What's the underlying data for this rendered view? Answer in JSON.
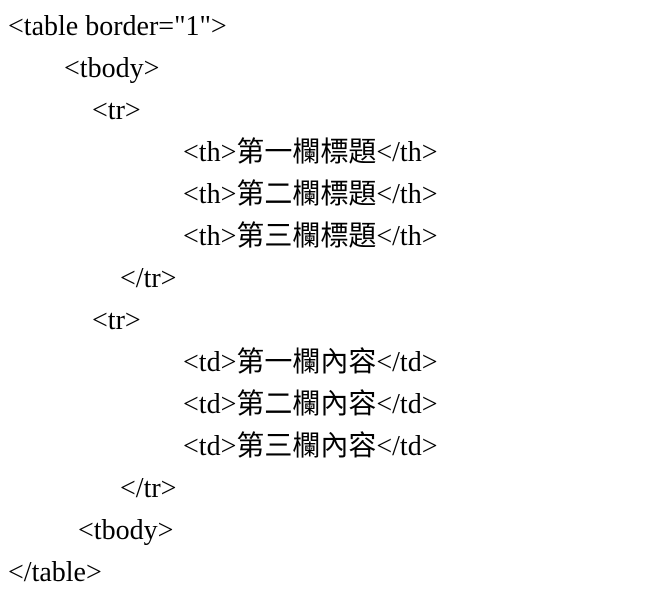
{
  "colors": {
    "text": "#000000",
    "background": "#ffffff"
  },
  "code": {
    "language": "html-source-listing",
    "lines": [
      "<table border=\"1\">",
      "        <tbody>",
      "            <tr>",
      "                         <th>第一欄標題</th>",
      "                         <th>第二欄標題</th>",
      "                         <th>第三欄標題</th>",
      "                </tr>",
      "            <tr>",
      "                         <td>第一欄內容</td>",
      "                         <td>第二欄內容</td>",
      "                         <td>第三欄內容</td>",
      "                </tr>",
      "          <tbody>",
      "</table>"
    ]
  }
}
